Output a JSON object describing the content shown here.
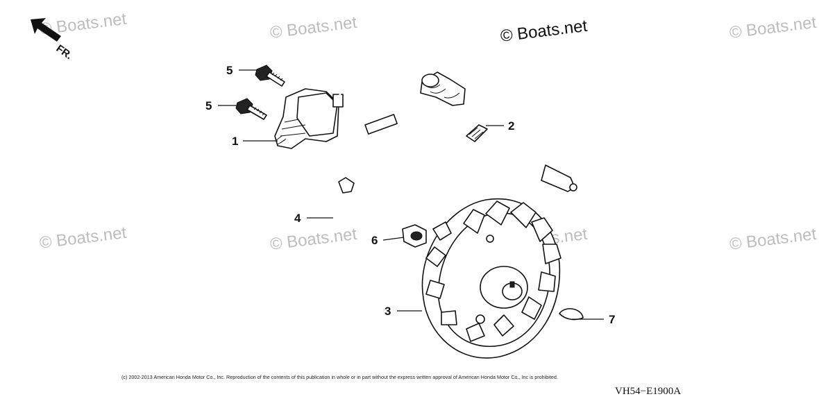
{
  "watermarks": [
    "© Boats.net",
    "© Boats.net",
    "© Boats.net",
    "© Boats.net",
    "© Boats.net",
    "© Boats.net",
    "© Boats.net",
    "© Boats.net"
  ],
  "direction_label": "FR.",
  "callouts": [
    "1",
    "2",
    "3",
    "4",
    "5",
    "5",
    "6",
    "7"
  ],
  "copyright": "(c) 2002-2013 American Honda Motor Co., Inc. Reproduction of the contents of this publication in whole or in part without the express written approval of American Honda Motor Co., Inc is prohibited.",
  "diagram_code": "VH54−E1900A"
}
